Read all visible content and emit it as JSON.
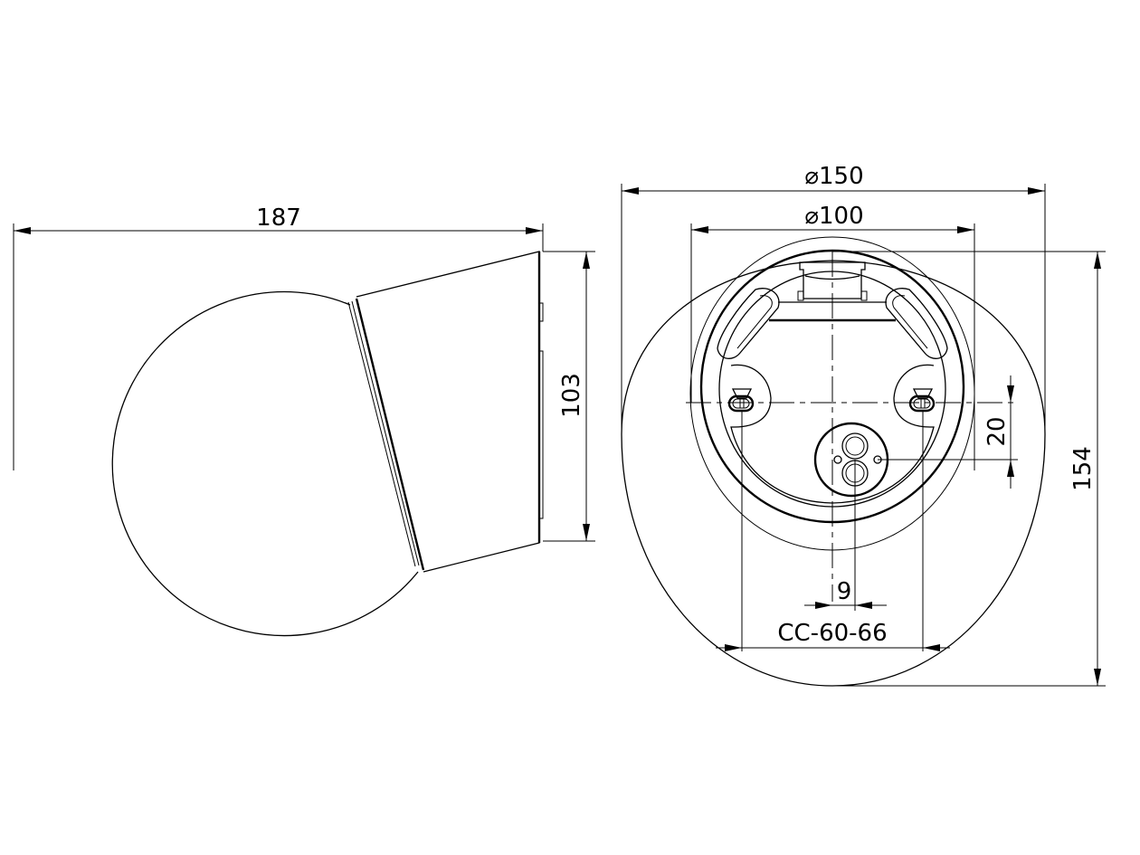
{
  "drawing": {
    "side_view": {
      "width_label": "187",
      "height_label": "103"
    },
    "bottom_view": {
      "outer_diameter_label": "⌀150",
      "inner_diameter_label": "⌀100",
      "height_label": "154",
      "offset_vertical_label": "20",
      "offset_horizontal_label": "9",
      "center_distance_label": "CC-60-66"
    },
    "colors": {
      "line": "#000000",
      "background": "#ffffff"
    }
  }
}
